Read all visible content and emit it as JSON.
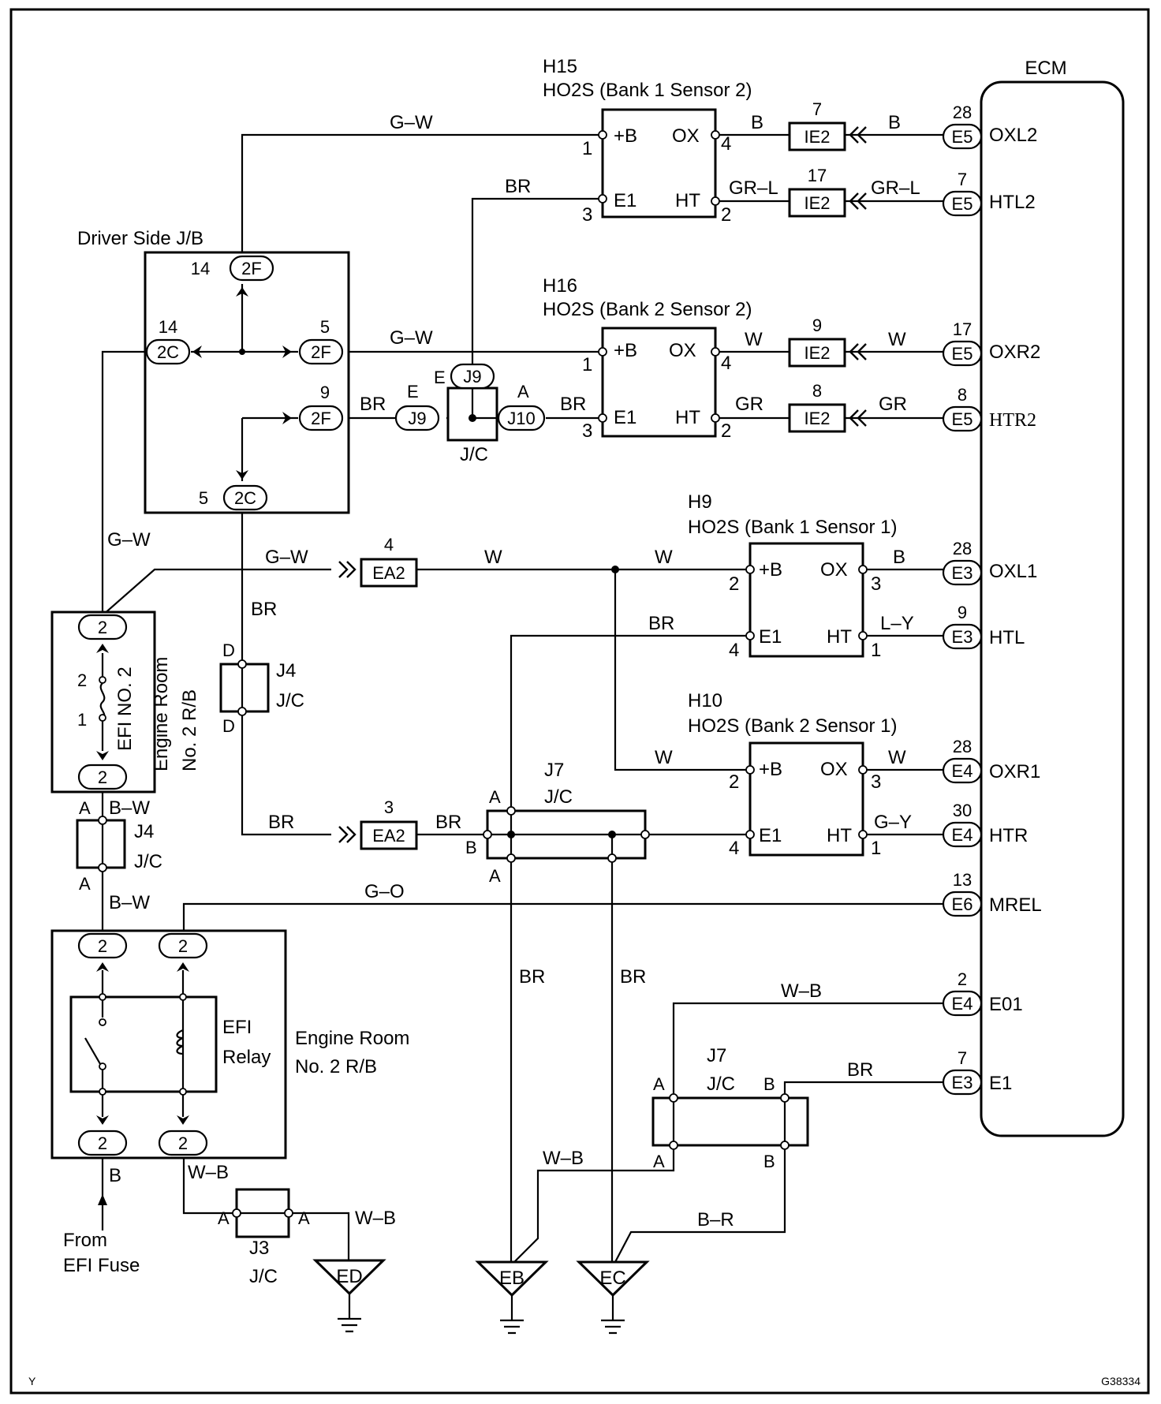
{
  "ecm": {
    "title": "ECM",
    "pins": [
      "OXL2",
      "HTL2",
      "OXR2",
      "HTR2",
      "OXL1",
      "HTL",
      "OXR1",
      "HTR",
      "MREL",
      "E01",
      "E1"
    ]
  },
  "ecm_conn": {
    "oxl2": {
      "num": "28",
      "name": "E5"
    },
    "htl2": {
      "num": "7",
      "name": "E5"
    },
    "oxr2": {
      "num": "17",
      "name": "E5"
    },
    "htr2": {
      "num": "8",
      "name": "E5"
    },
    "oxl1": {
      "num": "28",
      "name": "E3"
    },
    "htl": {
      "num": "9",
      "name": "E3"
    },
    "oxr1": {
      "num": "28",
      "name": "E4"
    },
    "htr": {
      "num": "30",
      "name": "E4"
    },
    "mrel": {
      "num": "13",
      "name": "E6"
    },
    "e01": {
      "num": "2",
      "name": "E4"
    },
    "e1": {
      "num": "7",
      "name": "E3"
    }
  },
  "sensors": {
    "h15": {
      "code": "H15",
      "name": "HO2S (Bank 1 Sensor 2)"
    },
    "h16": {
      "code": "H16",
      "name": "HO2S (Bank 2 Sensor 2)"
    },
    "h9": {
      "code": "H9",
      "name": "HO2S (Bank 1 Sensor 1)"
    },
    "h10": {
      "code": "H10",
      "name": "HO2S (Bank 2 Sensor 1)"
    }
  },
  "sensor_pins": {
    "b": "+B",
    "ox": "OX",
    "e1": "E1",
    "ht": "HT"
  },
  "pin_numbers": {
    "p1": "1",
    "p2": "2",
    "p3": "3",
    "p4": "4"
  },
  "ie2": {
    "c1": {
      "num": "7",
      "name": "IE2"
    },
    "c2": {
      "num": "17",
      "name": "IE2"
    },
    "c3": {
      "num": "9",
      "name": "IE2"
    },
    "c4": {
      "num": "8",
      "name": "IE2"
    }
  },
  "ea2": {
    "c1": {
      "num": "4",
      "name": "EA2"
    },
    "c2": {
      "num": "3",
      "name": "EA2"
    }
  },
  "wires": {
    "gw": "G–W",
    "br": "BR",
    "b": "B",
    "grl": "GR–L",
    "w": "W",
    "gr": "GR",
    "ly": "L–Y",
    "gy": "G–Y",
    "go": "G–O",
    "wb": "W–B",
    "bw": "B–W",
    "bsl": "B–R"
  },
  "driver_jb": {
    "title": "Driver Side J/B",
    "c14_2f": {
      "num": "14",
      "name": "2F"
    },
    "c14_2c": {
      "num": "14",
      "name": "2C"
    },
    "c5_2f": {
      "num": "5",
      "name": "2F"
    },
    "c9_2f": {
      "num": "9",
      "name": "2F"
    },
    "c5_2c": {
      "num": "5",
      "name": "2C"
    }
  },
  "jc": {
    "label": "J/C",
    "j9": "J9",
    "j10": "J10",
    "j4": "J4",
    "j7": "J7",
    "j3": "J3",
    "pa": "A",
    "pb": "B",
    "pd": "D",
    "pe": "E"
  },
  "efi_rb": {
    "num": "2",
    "fuse_name": "EFI NO. 2",
    "fuse_p1": "1",
    "fuse_p2": "2",
    "label1": "Engine Room",
    "label2": "No. 2 R/B"
  },
  "efi_relay": {
    "label1": "EFI",
    "label2": "Relay",
    "box1": "Engine Room",
    "box2": "No. 2 R/B",
    "num": "2"
  },
  "grounds": {
    "ed": "ED",
    "eb": "EB",
    "ec": "EC"
  },
  "from_fuse": {
    "line1": "From",
    "line2": "EFI Fuse"
  },
  "footer": {
    "left": "Y",
    "right": "G38334"
  }
}
